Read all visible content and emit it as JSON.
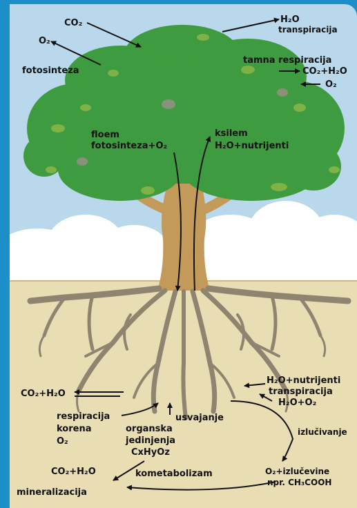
{
  "colors": {
    "frame": "#1d8fc8",
    "sky": "#b9d8ec",
    "soil": "#e9ddb4",
    "foliage": "#3f9b3f",
    "trunk": "#c49a5a",
    "roots": "#8f8470",
    "arrow": "#111111"
  },
  "labels": {
    "co2_top": "CO₂",
    "o2_top": "O₂",
    "fotosinteza": "fotosinteza",
    "h2o_top": "H₂O",
    "transpiracija_top": "transpiracija",
    "tamna_respiracija": "tamna respiracija",
    "co2_h2o_right": "CO₂+H₂O",
    "o2_right": "O₂",
    "floem": "floem",
    "fotosinteza_o2": "fotosinteza+O₂",
    "ksilem": "ksilem",
    "h2o_nutrijenti_top": "H₂O+nutrijenti",
    "co2_h2o_left": "CO₂+H₂O",
    "h2o_nutrijenti_bottom": "H₂O+nutrijenti",
    "transpiracija_bottom": "transpiracija",
    "h2o_o2": "H₂O+O₂",
    "respiracija": "respiracija",
    "korena": "korena",
    "o2_roots": "O₂",
    "usvajanje": "usvajanje",
    "organska": "organska",
    "jedinjenja": "jedinjenja",
    "cxhyoz": "CxHyOz",
    "izlucivanje": "izlučivanje",
    "co2_h2o_bottom": "CO₂+H₂O",
    "kometabolizam": "kometabolizam",
    "o2_izlucevine": "O₂+izlučevine",
    "npr_ch3cooh": "npr. CH₃COOH",
    "mineralizacija": "mineralizacija"
  }
}
